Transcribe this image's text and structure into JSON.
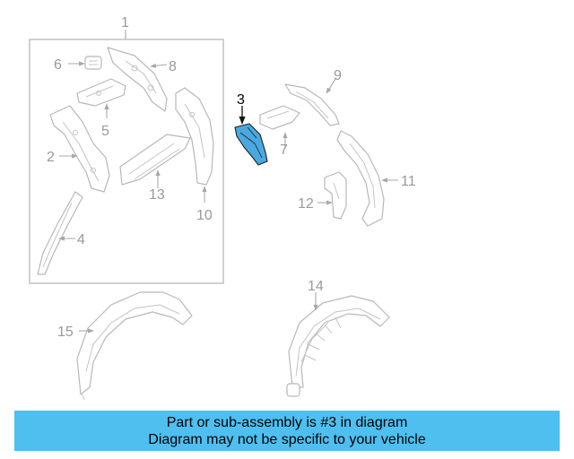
{
  "diagram": {
    "highlight_color": "#4aa8e0",
    "banner_color": "#4fbff0",
    "callouts": {
      "c1": "1",
      "c2": "2",
      "c3": "3",
      "c4": "4",
      "c5": "5",
      "c6": "6",
      "c7": "7",
      "c8": "8",
      "c9": "9",
      "c10": "10",
      "c11": "11",
      "c12": "12",
      "c13": "13",
      "c14": "14",
      "c15": "15"
    }
  },
  "banner": {
    "line1": "Part or sub-assembly is #3 in diagram",
    "line2": "Diagram may not be specific to your vehicle"
  }
}
